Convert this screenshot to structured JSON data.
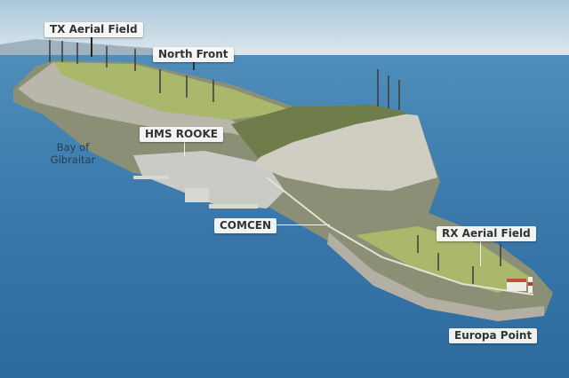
{
  "map": {
    "labels": {
      "tx_aerial_field": "TX Aerial Field",
      "north_front": "North Front",
      "hms_rooke": "HMS ROOKE",
      "comcen": "COMCEN",
      "rx_aerial_field": "RX Aerial Field",
      "europa_point": "Europa Point"
    },
    "water_label": {
      "line1": "Bay of",
      "line2": "Gibraitar"
    },
    "colors": {
      "sea": "#3b78aa",
      "sky": "#cfe0ea",
      "grass": "#a9b86a",
      "rock": "#c9c6ba",
      "label_bg": "#f8f8f6"
    }
  }
}
